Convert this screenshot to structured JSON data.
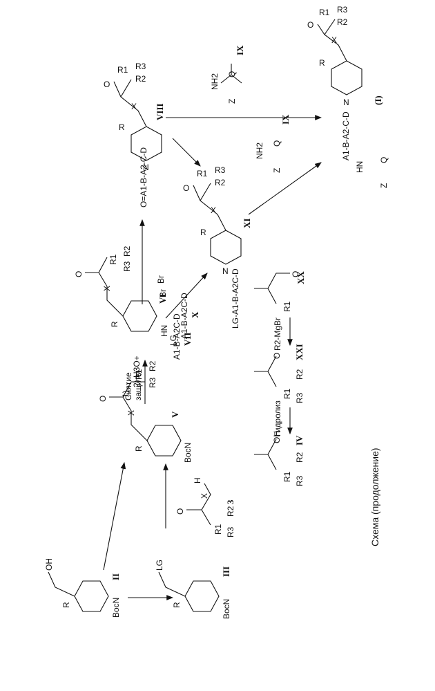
{
  "caption": "Схема (продолжение)",
  "compounds": {
    "II": {
      "id": "II",
      "atoms": [
        "R",
        "OH",
        "BocN"
      ]
    },
    "III": {
      "id": "III",
      "atoms": [
        "R",
        "LG",
        "BocN"
      ]
    },
    "3": {
      "id": "3",
      "atoms": [
        "O",
        "X",
        "H",
        "R1",
        "R3",
        "R2"
      ]
    },
    "V": {
      "id": "V",
      "atoms": [
        "R",
        "BocN",
        "X",
        "O",
        "R1",
        "R3",
        "R2"
      ]
    },
    "IV": {
      "id": "IV",
      "atoms": [
        "OH",
        "R1",
        "R3",
        "R2"
      ]
    },
    "XXI": {
      "id": "XXI",
      "atoms": [
        "O",
        "R1",
        "R3",
        "R2"
      ]
    },
    "XX": {
      "id": "XX",
      "atoms": [
        "O",
        "R1"
      ]
    },
    "VI": {
      "id": "VI",
      "atoms": [
        "R",
        "HN",
        "X",
        "O",
        "R1",
        "R3",
        "R2"
      ]
    },
    "VII": {
      "id": "VII",
      "atoms": [
        "Br",
        "A1-B-A2C-D",
        "O",
        "O"
      ]
    },
    "X": {
      "id": "X",
      "atoms": [
        "Br",
        "LG",
        "A1-B-A2C-D"
      ]
    },
    "VIII": {
      "id": "VIII",
      "atoms": [
        "R",
        "N",
        "X",
        "O",
        "R1",
        "R3",
        "R2",
        "O=A1-B-A2-C-D"
      ]
    },
    "XI": {
      "id": "XI",
      "atoms": [
        "R",
        "N",
        "X",
        "O",
        "R1",
        "R3",
        "R2",
        "LG-A1-B-A2C-D"
      ]
    },
    "IX": {
      "id": "IX",
      "atoms": [
        "NH2",
        "Z",
        "Q"
      ]
    },
    "I": {
      "id": "(I)",
      "atoms": [
        "R",
        "N",
        "X",
        "O",
        "R1",
        "R3",
        "R2",
        "A1-B-A2-C-D",
        "HN",
        "Z",
        "Q"
      ]
    }
  },
  "reagents": {
    "grignard": "R2-MgBr",
    "hydrolysis": "Гидролиз",
    "deprotect_line1": "Снятие",
    "deprotect_line2": "защиты",
    "step1": "1)",
    "step2": "2) H3O+"
  }
}
